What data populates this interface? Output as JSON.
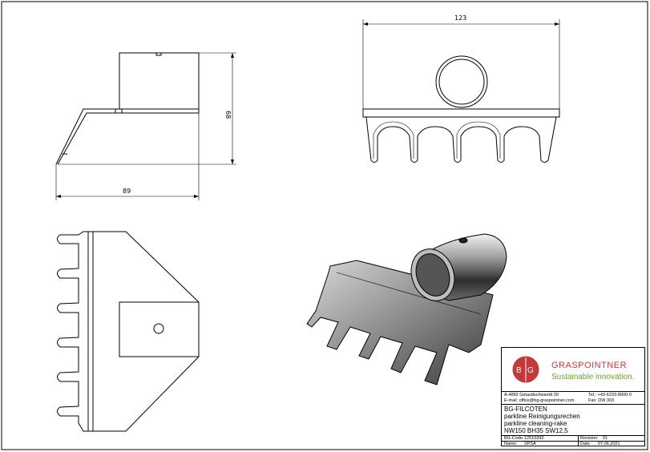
{
  "dimensions": {
    "width_top": "123",
    "height_side": "68",
    "length_side": "89"
  },
  "titleblock": {
    "logo_letters": "BG",
    "brand": "GRASPOINTNER",
    "tagline": "Sustainable innovation.",
    "address": "A-4882 Gstaud­schwandt 39",
    "email": "E-mail: office@bg-graspointner.com",
    "tel": "Tel.: +43-6233-8900-0",
    "fax": "Fax: DW 303",
    "product_line": "BG-FILCOTEN",
    "name_de": "parkline Reinigungsrechen",
    "name_en": "parkline cleaning-rake",
    "spec": "NW150 BH35 SW12,5",
    "code_label": "BG-Code:",
    "code_value": "12515392",
    "revision_label": "Revision:",
    "revision_value": "01",
    "author_label": "Name:",
    "author_value": "SPSA",
    "date_label": "Date:",
    "date_value": "07.06.2021"
  },
  "colors": {
    "brand_red": "#c23a3a",
    "brand_green": "#6aa52e",
    "line": "#000000"
  }
}
